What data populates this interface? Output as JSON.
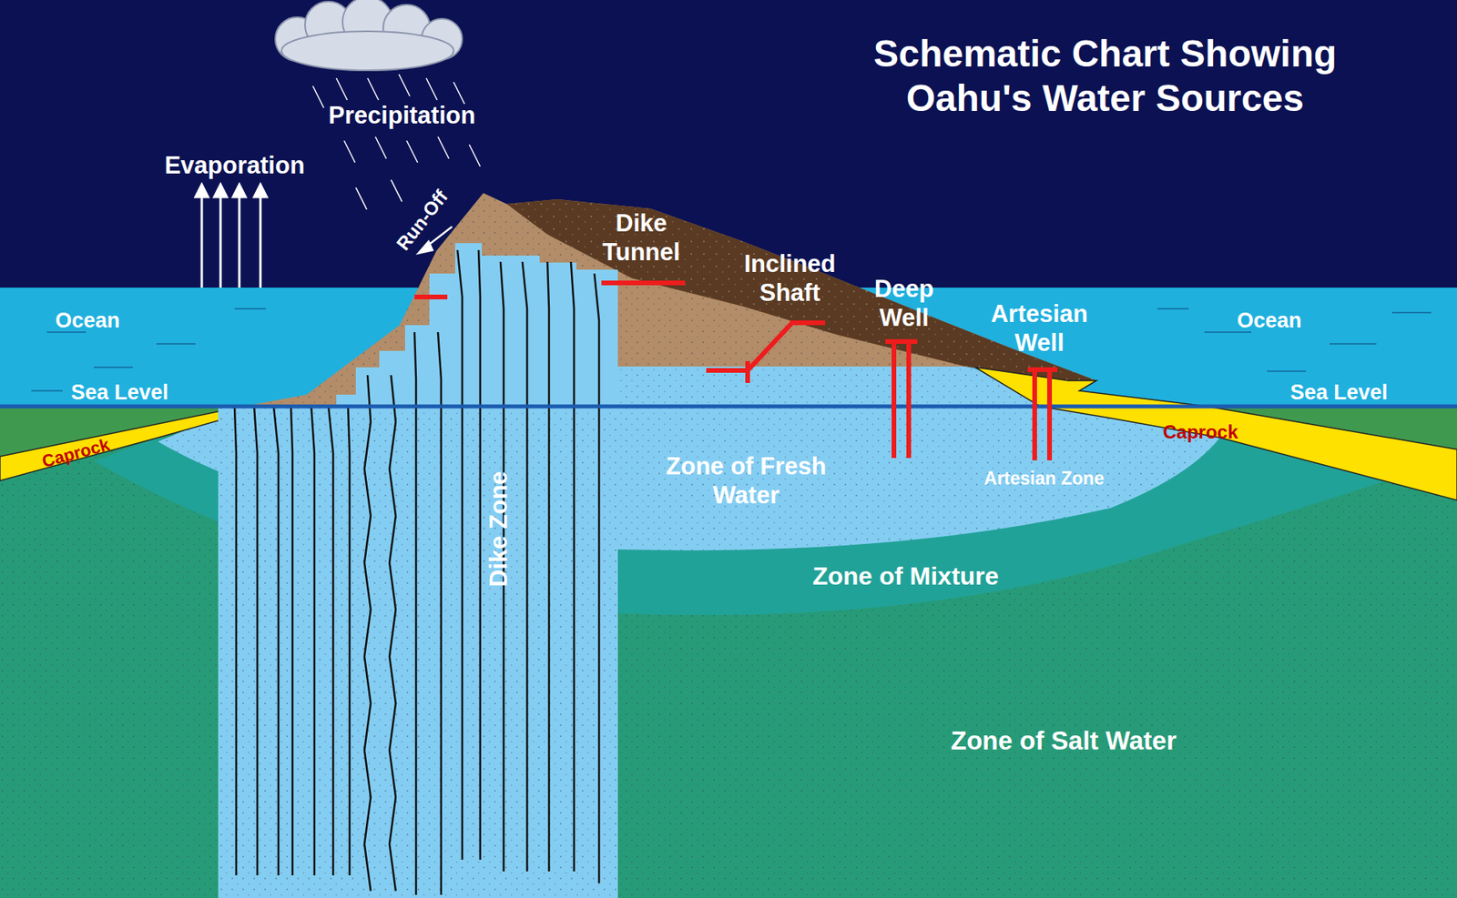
{
  "diagram": {
    "title": "Schematic Chart Showing Oahu's Water Sources",
    "labels": [
      "Precipitation",
      "Evaporation",
      "Run-Off",
      "Dike Tunnel",
      "Inclined Shaft",
      "Deep Well",
      "Artesian Well",
      "Ocean",
      "Ocean",
      "Sea Level",
      "Sea Level",
      "Caprock",
      "Caprock",
      "Zone of Fresh Water",
      "Artesian Zone",
      "Zone of Mixture",
      "Zone of Salt Water",
      "Dike Zone"
    ]
  }
}
